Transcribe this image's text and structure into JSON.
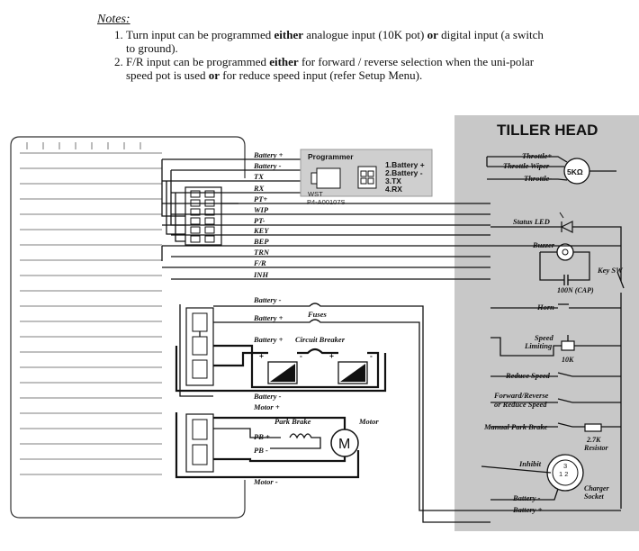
{
  "notes": {
    "heading": "Notes:",
    "items": [
      {
        "a": "Turn input can be programmed ",
        "b": "either",
        "c": " analogue input (10K pot) ",
        "d": "or",
        "e": " digital input (a switch to ground)."
      },
      {
        "a": "F/R input can be programmed ",
        "b": "either",
        "c": " for forward / reverse selection when the uni-polar speed pot is used ",
        "d": "or",
        "e": " for reduce speed input (refer Setup Menu)."
      }
    ]
  },
  "tiller": {
    "title": "TILLER HEAD",
    "throttle_plus": "Throttle+",
    "throttle_wiper": "Throttle Wiper",
    "throttle_minus": "Throttle-",
    "pot": "5KΩ",
    "status_led": "Status LED",
    "buzzer": "Buzzer",
    "key_sw": "Key SW",
    "cap": "100N (CAP)",
    "horn": "Horn",
    "speed_limiting_1": "Speed",
    "speed_limiting_2": "Limiting",
    "speed_pot": "10K",
    "reduce_speed": "Reduce Speed",
    "fr_1": "Forward/Reverse",
    "fr_2": "or Reduce Speed",
    "manual_brake": "Manual Park Brake",
    "resistor_1": "2.7K",
    "resistor_2": "Resistor",
    "inhibit": "Inhibit",
    "charger_1": "Charger",
    "charger_2": "Socket",
    "batt_minus": "Battery -",
    "batt_plus": "Battery +"
  },
  "connector_pins": [
    "Battery +",
    "Battery -",
    "TX",
    "RX",
    "PT+",
    "WIP",
    "PT-",
    "KEY",
    "BEP",
    "TRN",
    "F/R",
    "INH"
  ],
  "programmer": {
    "title": "Programmer",
    "pins": [
      "1.Battery +",
      "2.Battery -",
      "3.TX",
      "4.RX"
    ],
    "brand": "WST",
    "part": "P4-A00107S"
  },
  "power": {
    "battery_minus": "Battery -",
    "battery_plus": "Battery +",
    "fuses": "Fuses",
    "battery_plus_2": "Battery +",
    "breaker": "Circuit Breaker",
    "battery_minus_2": "Battery -",
    "motor_plus": "Motor +",
    "park_brake": "Park Brake",
    "motor": "Motor",
    "pb_plus": "PB +",
    "pb_minus": "PB -",
    "motor_minus": "Motor -",
    "motor_symbol": "M"
  }
}
